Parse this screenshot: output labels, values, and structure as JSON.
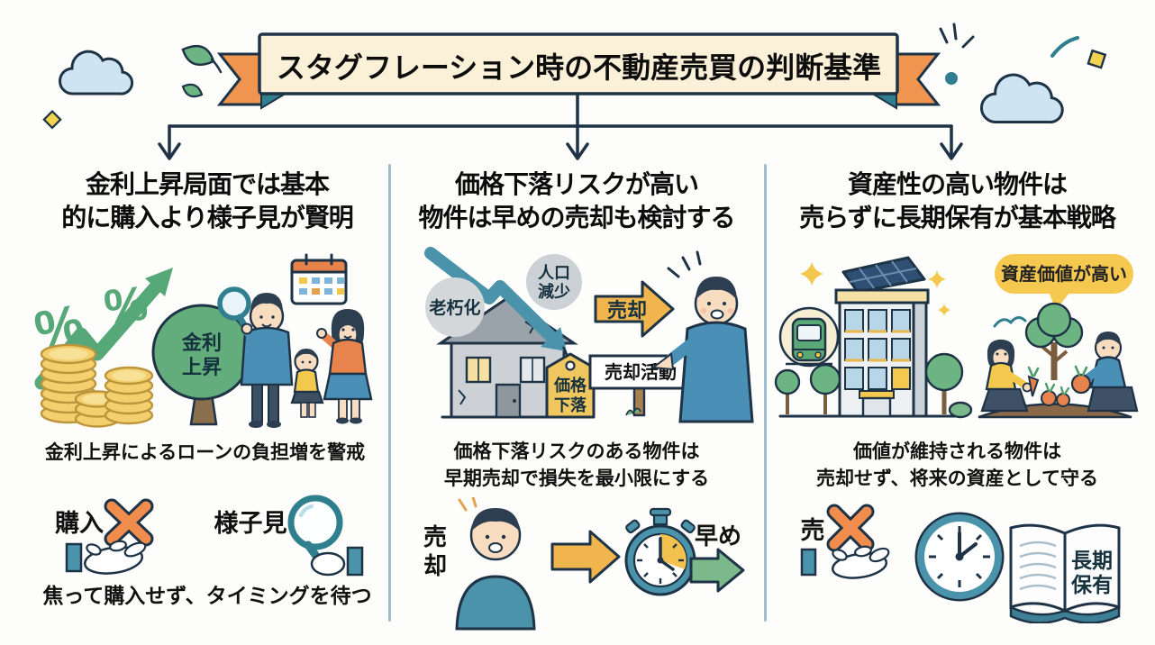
{
  "title": "スタグフレーション時の不動産売買の判断基準",
  "palette": {
    "outline": "#1f3347",
    "banner_bg": "#faf1d8",
    "ribbon_orange": "#ef9550",
    "ribbon_fold_teal": "#2f7f8f",
    "green": "#57a878",
    "coin_gold": "#f3cf6e",
    "steel_blue": "#4a93ab",
    "arrow_yellow": "#f0b54c",
    "accent_orange": "#e8834d",
    "gray": "#ccd1d5",
    "divider": "#9fbdd1"
  },
  "icons": {
    "decor": [
      "cloud-icon",
      "leaf-icon",
      "diamond-icon",
      "sparkle-icon",
      "dot-icon"
    ],
    "column1": [
      "percent-icon",
      "rising-arrow-icon",
      "coin-stack-icon",
      "tree-icon",
      "calendar-icon",
      "family-icon",
      "magnifier-icon",
      "x-mark-icon",
      "open-hand-icon"
    ],
    "column2": [
      "falling-arrow-icon",
      "old-house-icon",
      "price-tag-icon",
      "signpost-icon",
      "pointing-man-icon",
      "stopwatch-icon",
      "block-arrow-icon"
    ],
    "column3": [
      "building-icon",
      "solar-panel-icon",
      "train-icon",
      "tree-icon",
      "speech-bubble-icon",
      "gardening-family-icon",
      "clock-icon",
      "open-book-icon",
      "x-mark-icon",
      "open-hand-icon"
    ]
  },
  "columns": [
    {
      "heading1": "金利上昇局面では基本",
      "heading2": "的に購入より様子見が賢明",
      "percent1": "%",
      "percent2": "%",
      "tree_label1": "金利",
      "tree_label2": "上昇",
      "caption1": "金利上昇によるローンの負担増を警戒",
      "buy_label": "購入",
      "wait_label": "様子見",
      "footnote": "焦って購入せず、タイミングを待つ"
    },
    {
      "heading1": "価格下落リスクが高い",
      "heading2": "物件は早めの売却も検討する",
      "aging_label": "老朽化",
      "population_label1": "人口",
      "population_label2": "減少",
      "tag_label1": "価格",
      "tag_label2": "下落",
      "sell_arrow_label": "売却",
      "sign_label": "売却活動",
      "caption1": "価格下落リスクのある物件は",
      "caption2": "早期売却で損失を最小限にする",
      "sell_label": "売却",
      "early_label": "早め"
    },
    {
      "heading1": "資産性の高い物件は",
      "heading2": "売らずに長期保有が基本戦略",
      "bubble_label": "資産価値が高い",
      "caption1": "価値が維持される物件は",
      "caption2": "売却せず、将来の資産として守る",
      "sell_label": "売",
      "book_label1": "長期",
      "book_label2": "保有"
    }
  ]
}
